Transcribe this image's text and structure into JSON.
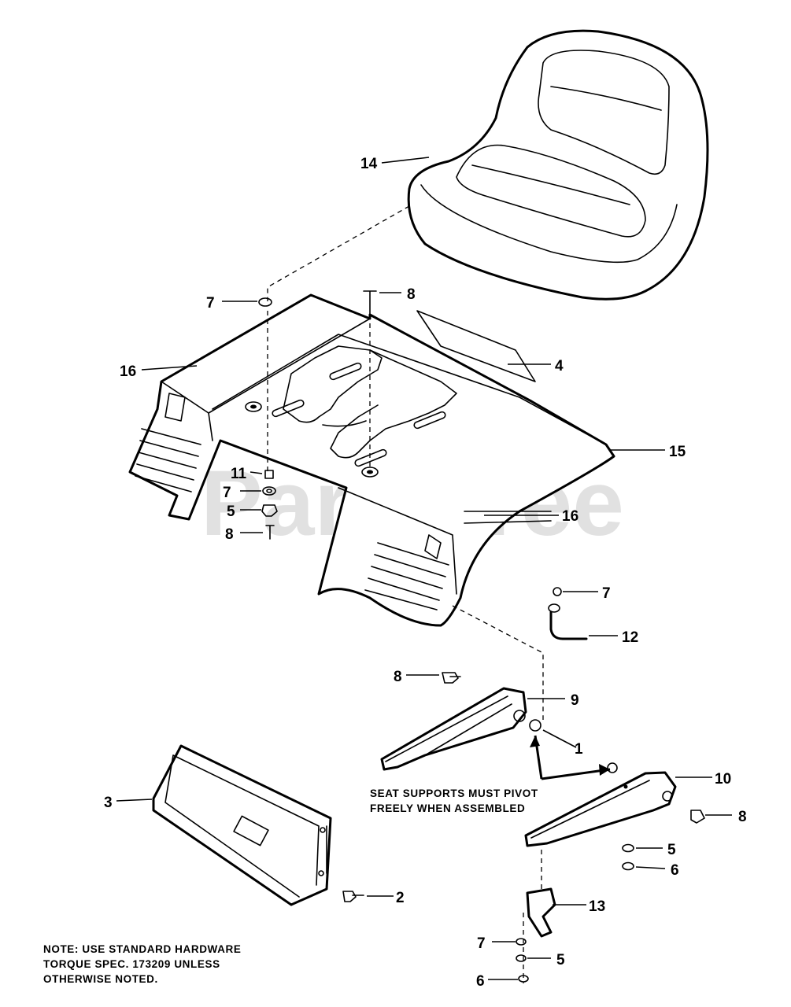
{
  "watermark": "PartsTree",
  "labels": {
    "l14": "14",
    "l7a": "7",
    "l8a": "8",
    "l16a": "16",
    "l4": "4",
    "l15": "15",
    "l11": "11",
    "l7b": "7",
    "l5a": "5",
    "l8b": "8",
    "l16b": "16",
    "l7c": "7",
    "l12": "12",
    "l8c": "8",
    "l9": "9",
    "l1": "1",
    "l10": "10",
    "l3": "3",
    "l8d": "8",
    "l5b": "5",
    "l6a": "6",
    "l2": "2",
    "l13": "13",
    "l7d": "7",
    "l5c": "5",
    "l6b": "6"
  },
  "notes": {
    "pivot_line1": "SEAT SUPPORTS MUST PIVOT",
    "pivot_line2": "FREELY WHEN ASSEMBLED",
    "hardware_line1": "NOTE:  USE STANDARD HARDWARE",
    "hardware_line2": "TORQUE SPEC. 173209 UNLESS",
    "hardware_line3": "OTHERWISE NOTED."
  }
}
